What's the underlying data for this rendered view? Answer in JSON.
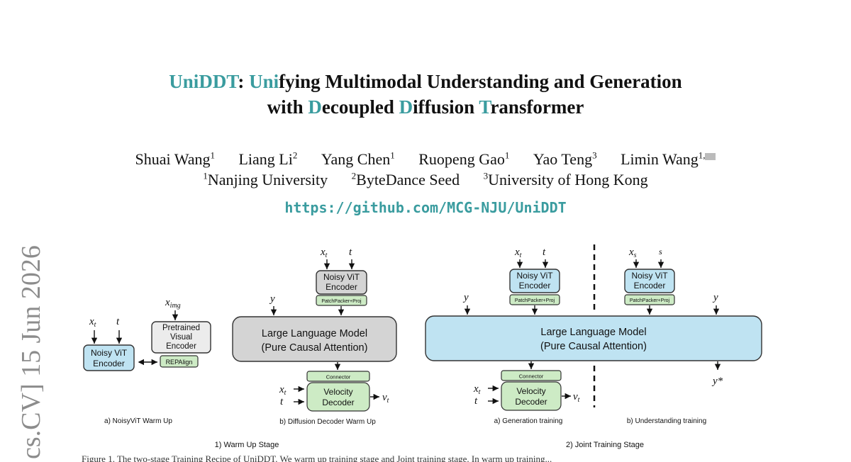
{
  "title": {
    "line1_a": "Uni",
    "line1_b": "DDT",
    "line1_c": ": ",
    "line1_d": "Uni",
    "line1_e": "fying Multimodal Understanding and Generation",
    "line2_a": "with ",
    "line2_b": "D",
    "line2_c": "ecoupled ",
    "line2_d": "D",
    "line2_e": "iffusion ",
    "line2_f": "T",
    "line2_g": "ransformer"
  },
  "authors": [
    {
      "name": "Shuai Wang",
      "sup": "1"
    },
    {
      "name": "Liang Li",
      "sup": "2"
    },
    {
      "name": "Yang Chen",
      "sup": "1"
    },
    {
      "name": "Ruopeng Gao",
      "sup": "1"
    },
    {
      "name": "Yao Teng",
      "sup": "3"
    },
    {
      "name": "Limin Wang",
      "sup": "1,"
    }
  ],
  "affiliations": [
    {
      "sup": "1",
      "name": "Nanjing University"
    },
    {
      "sup": "2",
      "name": "ByteDance Seed"
    },
    {
      "sup": "3",
      "name": "University of Hong Kong"
    }
  ],
  "url": "https://github.com/MCG-NJU/UniDDT",
  "arxiv_stamp": "cs.CV]  15 Jun 2026",
  "figure": {
    "noisy_vit": "Noisy ViT",
    "encoder": "Encoder",
    "pretrained_1": "Pretrained",
    "pretrained_2": "Visual",
    "pretrained_3": "Encoder",
    "repalign": "REPAlign",
    "patchpacker": "PatchPacker+Proj",
    "llm_1": "Large Language Model",
    "llm_2": "(Pure Causal Attention)",
    "connector": "Connector",
    "velocity": "Velocity",
    "decoder": "Decoder",
    "var_xt": "x",
    "var_xt_sub": "t",
    "var_t": "t",
    "var_y": "y",
    "var_ximg": "x",
    "var_ximg_sub": "img",
    "var_vt": "v",
    "var_vt_sub": "t",
    "var_xs": "x",
    "var_xs_sub": "s",
    "var_s": "s",
    "var_ystar": "y*",
    "cap_a": "a) NoisyViT  Warm Up",
    "cap_b": "b)  Diffusion Decoder Warm Up",
    "cap_gen": "a) Generation training",
    "cap_und": "b) Understanding training",
    "stage1": "1) Warm Up Stage",
    "stage2": "2) Joint Training Stage"
  },
  "caption_line": "Figure 1. The two-stage Training Recipe of UniDDT. We warm up training stage and Joint training stage. In warm up training..."
}
